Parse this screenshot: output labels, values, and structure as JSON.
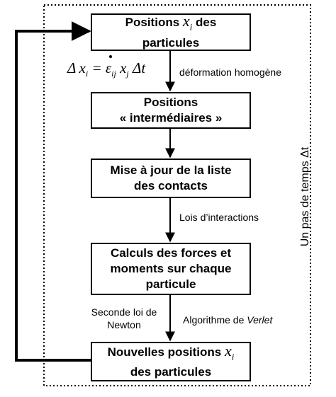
{
  "nodes": {
    "positions": {
      "text_before": "Positions",
      "symbol": "x",
      "sub": "i",
      "text_after": "des",
      "line2": "particules"
    },
    "intermediate": {
      "line1": "Positions",
      "line2": "« intermédiaires »"
    },
    "contacts": {
      "line1": "Mise à jour de la liste",
      "line2": "des contacts"
    },
    "forces": {
      "line1": "Calculs des forces et",
      "line2": "moments sur chaque",
      "line3": "particule"
    },
    "new_positions": {
      "text_before": "Nouvelles positions",
      "symbol": "x",
      "sub": "i",
      "line2": "des particules"
    }
  },
  "equation": {
    "delta": "Δ",
    "x": "x",
    "sub_i": "i",
    "equals": "=",
    "epsilon": "ε",
    "sub_ij": "ij",
    "x2": "x",
    "sub_j": "j",
    "delta_t": "Δt"
  },
  "edge_labels": {
    "homogeneous": "déformation homogène",
    "interactions": "Lois d’interactions",
    "newton_line1": "Seconde loi de",
    "newton_line2": "Newton",
    "verlet_prefix": "Algorithme de",
    "verlet_name": "Verlet"
  },
  "side_label": "Un pas de temps Δt"
}
